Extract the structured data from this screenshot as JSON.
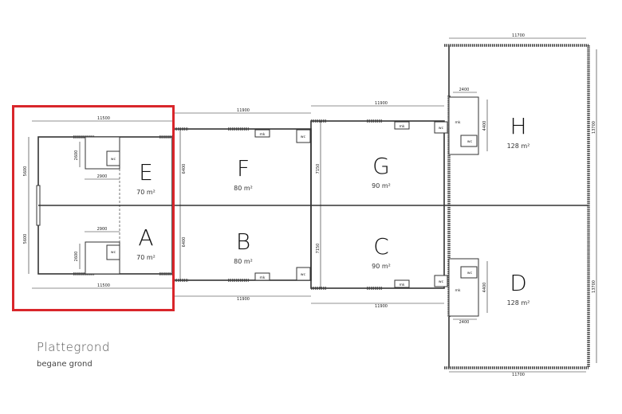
{
  "title": "Plattegrond",
  "subtitle": "begane grond",
  "highlight_color": "#d9262b",
  "units": [
    {
      "letter": "E",
      "area": "70  m²"
    },
    {
      "letter": "A",
      "area": "70  m²"
    },
    {
      "letter": "F",
      "area": "80  m²"
    },
    {
      "letter": "B",
      "area": "80  m²"
    },
    {
      "letter": "G",
      "area": "90  m²"
    },
    {
      "letter": "C",
      "area": "90  m²"
    },
    {
      "letter": "H",
      "area": "128  m²"
    },
    {
      "letter": "D",
      "area": "128  m²"
    }
  ],
  "dimensions": {
    "ea_width": "11500",
    "ea_depth": "5600",
    "ea_stair_depth": "2600",
    "ea_stair_width": "2900",
    "fb_depth": "6400",
    "fb_width": "11900",
    "gc_width": "11900",
    "gc_depth": "7150",
    "hd_width": "11700",
    "hd_stair_width": "2400",
    "hd_stair_depth": "4400",
    "hd_depth": "13700"
  },
  "rooms": {
    "meterkast": "mk",
    "toilet": "wc"
  }
}
